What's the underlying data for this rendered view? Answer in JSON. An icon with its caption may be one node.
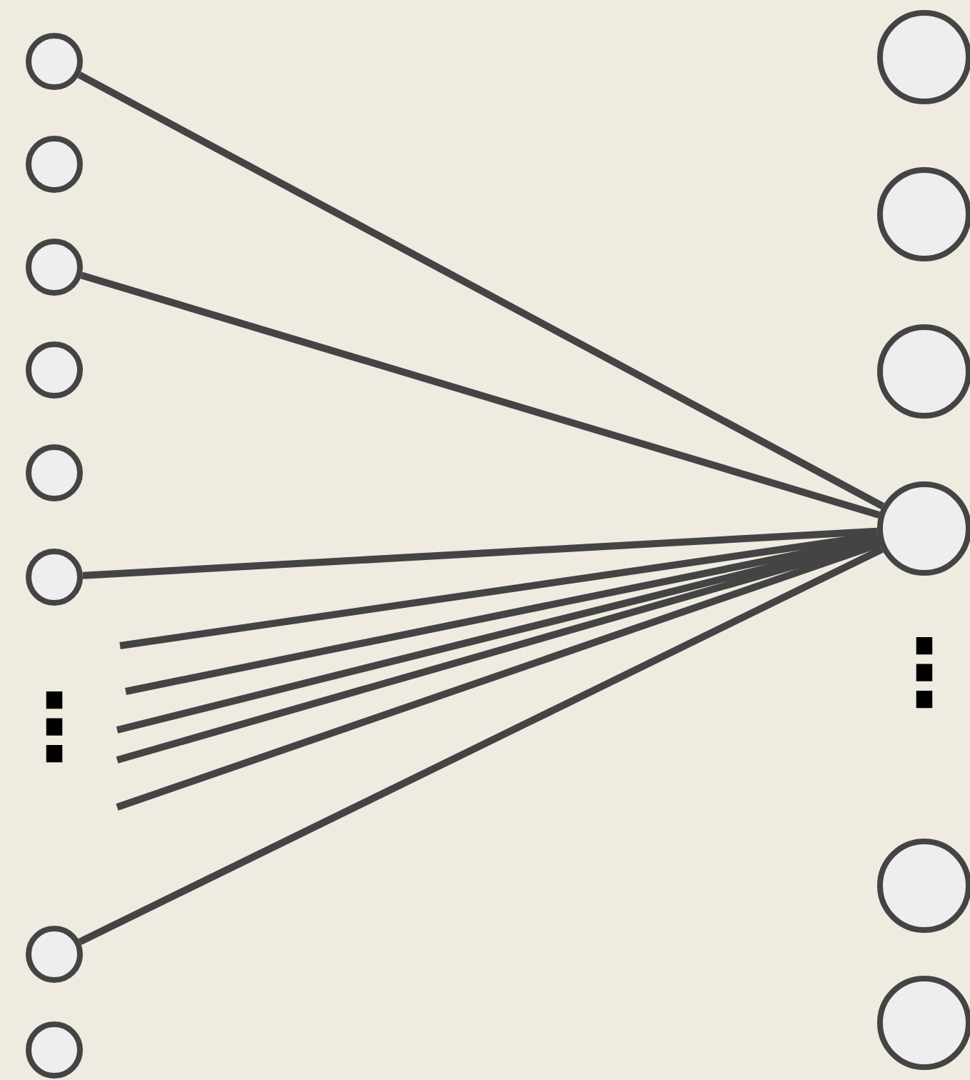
{
  "diagram": {
    "nodes": [
      {
        "text": [],
        "shape": "circle"
      },
      {
        "text": [],
        "shape": "circle"
      },
      {
        "text": [],
        "shape": "circle"
      },
      {
        "text": [],
        "shape": "circle"
      },
      {
        "text": [],
        "shape": "circle"
      },
      {
        "text": [],
        "shape": "circle"
      },
      {
        "text": [],
        "shape": "circle"
      },
      {
        "text": [],
        "shape": "circle"
      },
      {
        "text": [],
        "shape": "circle"
      },
      {
        "text": [],
        "shape": "circle"
      },
      {
        "text": [],
        "shape": "circle"
      },
      {
        "text": [],
        "shape": "circle"
      },
      {
        "text": [],
        "shape": "circle"
      },
      {
        "text": [],
        "shape": "circle"
      }
    ],
    "edges": [
      {
        "from": 0,
        "to": 11,
        "arrow": "none"
      },
      {
        "from": 2,
        "to": 11,
        "arrow": "none"
      },
      {
        "from": 5,
        "to": 11,
        "arrow": "none"
      },
      {
        "from": null,
        "to": 11,
        "arrow": "none"
      },
      {
        "from": null,
        "to": 11,
        "arrow": "none"
      },
      {
        "from": null,
        "to": 11,
        "arrow": "none"
      },
      {
        "from": null,
        "to": 11,
        "arrow": "none"
      },
      {
        "from": null,
        "to": 11,
        "arrow": "none"
      },
      {
        "from": 6,
        "to": 11,
        "arrow": "none"
      }
    ],
    "labels": [
      "⋮",
      "⋮"
    ]
  }
}
